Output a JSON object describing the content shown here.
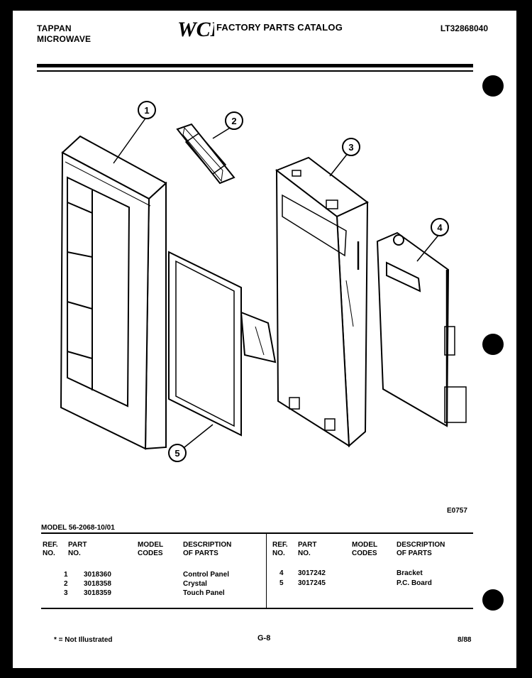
{
  "header": {
    "brand_line1": "TAPPAN",
    "brand_line2": "MICROWAVE",
    "logo_text": "WCI",
    "catalog_title": "FACTORY PARTS CATALOG",
    "catalog_number": "LT32868040"
  },
  "diagram": {
    "callouts": [
      "1",
      "2",
      "3",
      "4",
      "5"
    ],
    "code": "E0757"
  },
  "model_line": "MODEL 56-2068-10/01",
  "table": {
    "headers": {
      "ref_no_1": "REF.",
      "ref_no_2": "NO.",
      "part_no_1": "PART",
      "part_no_2": "NO.",
      "model_codes_1": "MODEL",
      "model_codes_2": "CODES",
      "desc_1": "DESCRIPTION",
      "desc_2": "OF PARTS"
    },
    "rows": [
      {
        "ref": "1",
        "part": "3018360",
        "desc": "Control Panel"
      },
      {
        "ref": "2",
        "part": "3018358",
        "desc": "Crystal"
      },
      {
        "ref": "3",
        "part": "3018359",
        "desc": "Touch Panel"
      },
      {
        "ref": "4",
        "part": "3017242",
        "desc": "Bracket"
      },
      {
        "ref": "5",
        "part": "3017245",
        "desc": "P.C. Board"
      }
    ]
  },
  "footer": {
    "note": "* = Not Illustrated",
    "page": "G-8",
    "date": "8/88"
  }
}
